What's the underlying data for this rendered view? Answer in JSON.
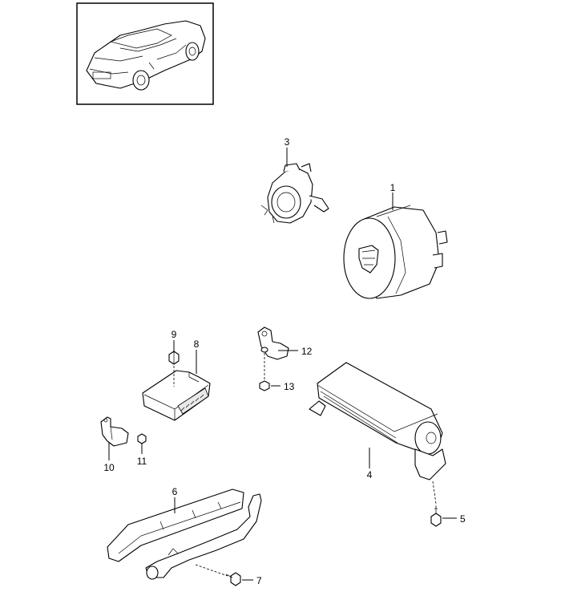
{
  "callouts": [
    {
      "id": "label-1",
      "text": "1"
    },
    {
      "id": "label-3",
      "text": "3"
    },
    {
      "id": "label-4",
      "text": "4"
    },
    {
      "id": "label-5",
      "text": "5"
    },
    {
      "id": "label-6",
      "text": "6"
    },
    {
      "id": "label-7",
      "text": "7"
    },
    {
      "id": "label-8",
      "text": "8"
    },
    {
      "id": "label-9",
      "text": "9"
    },
    {
      "id": "label-10",
      "text": "10"
    },
    {
      "id": "label-11",
      "text": "11"
    },
    {
      "id": "label-12",
      "text": "12"
    },
    {
      "id": "label-13",
      "text": "13"
    }
  ],
  "thumbnail": {
    "subject": "vehicle-overview-car"
  }
}
